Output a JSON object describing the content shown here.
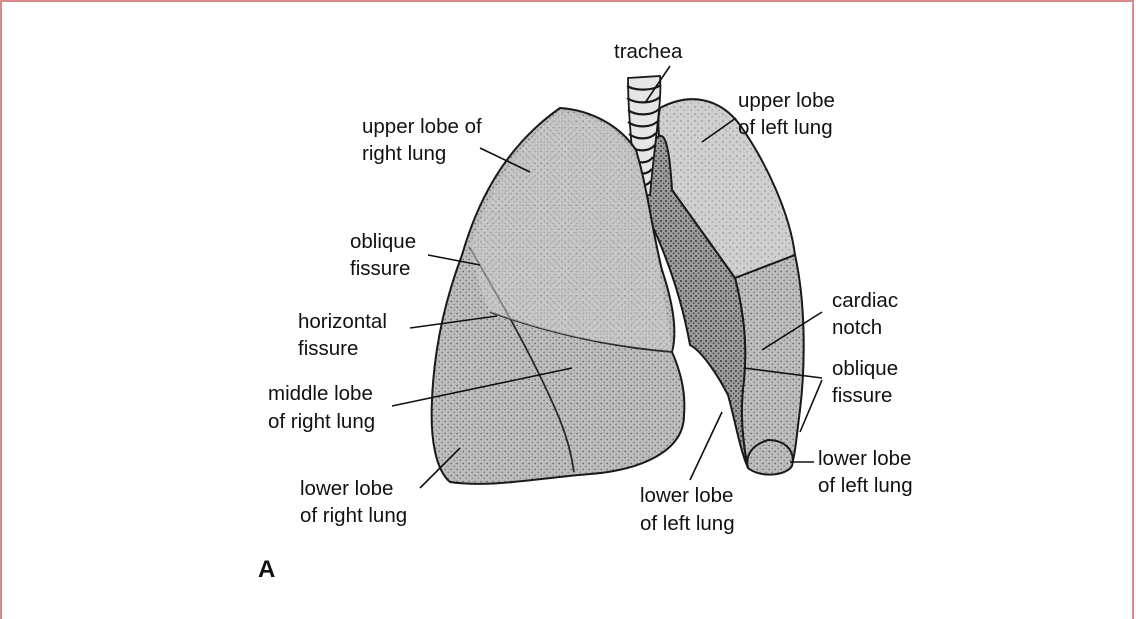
{
  "labels": {
    "trachea": "trachea",
    "upper_right_1": "upper lobe of",
    "upper_right_2": "right lung",
    "upper_left_1": "upper lobe",
    "upper_left_2": "of left lung",
    "oblique_right_1": "oblique",
    "oblique_right_2": "fissure",
    "horizontal_1": "horizontal",
    "horizontal_2": "fissure",
    "middle_1": "middle lobe",
    "middle_2": "of right lung",
    "lower_right_1": "lower lobe",
    "lower_right_2": "of right lung",
    "cardiac_1": "cardiac",
    "cardiac_2": "notch",
    "oblique_left_1": "oblique",
    "oblique_left_2": "fissure",
    "lower_left_a_1": "lower lobe",
    "lower_left_a_2": "of left lung",
    "lower_left_b_1": "lower lobe",
    "lower_left_b_2": "of left lung"
  },
  "panel_letter": "A",
  "colors": {
    "lung_fill": "#b8b8b8",
    "lung_dark": "#8c8c8c",
    "outline": "#1a1a1a",
    "frame": "#d98a8a"
  }
}
